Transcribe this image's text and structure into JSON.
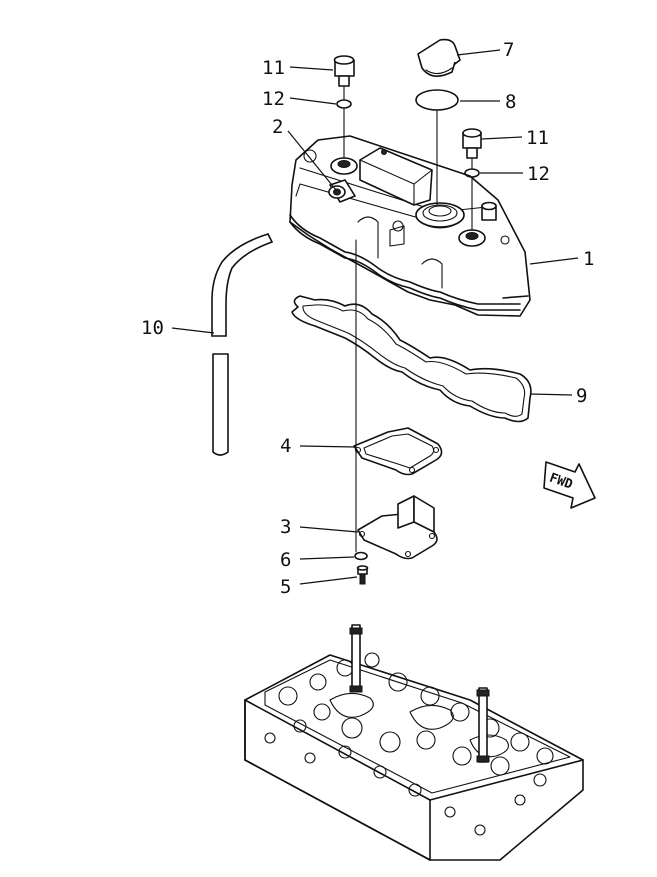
{
  "callouts": {
    "c1": "1",
    "c2": "2",
    "c3": "3",
    "c4": "4",
    "c5": "5",
    "c6": "6",
    "c7": "7",
    "c8": "8",
    "c9": "9",
    "c10": "10",
    "c11a": "11",
    "c11b": "11",
    "c12a": "12",
    "c12b": "12"
  },
  "fwd_label": "FWD"
}
